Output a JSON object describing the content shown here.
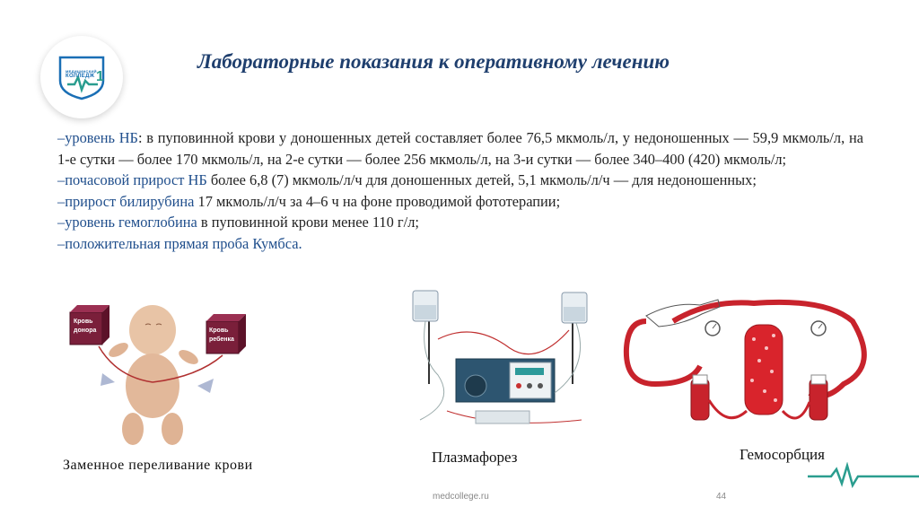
{
  "logo": {
    "line1": "МЕДИЦИНСКИЙ",
    "line2": "КОЛЛЕДЖ",
    "number": "1"
  },
  "title": "Лабораторные показания к оперативному лечению",
  "items": [
    {
      "highlight": "–уровень НБ",
      "rest": ": в пуповинной крови у доношенных детей составляет более 76,5 мкмоль/л, у недоношенных — 59,9 мкмоль/л, на 1-е сутки — более 170 мкмоль/л, на 2-е сутки — более 256 мкмоль/л, на 3-и сутки — более 340–400 (420) мкмоль/л;"
    },
    {
      "highlight": "–почасовой прирост НБ",
      "rest": " более 6,8 (7) мкмоль/л/ч для доношенных детей, 5,1 мкмоль/л/ч — для недоношенных;"
    },
    {
      "highlight": "–прирост билирубина",
      "rest": " 17 мкмоль/л/ч за 4–6 ч на фоне проводимой фототерапии;"
    },
    {
      "highlight": "–уровень гемоглобина",
      "rest": " в пуповинной крови менее 110 г/л;"
    },
    {
      "highlight": "–положительная прямая проба Кумбса.",
      "rest": ""
    }
  ],
  "illustrations": {
    "exchange": {
      "caption": "Заменное переливание крови",
      "donor_label": "Кровь донора",
      "child_label": "Кровь ребенка"
    },
    "plasma": {
      "caption": "Плазмафорез"
    },
    "hemo": {
      "caption": "Гемосорбция"
    }
  },
  "footer": {
    "site": "medcollege.ru",
    "page": "44"
  },
  "colors": {
    "title": "#1f3f6e",
    "highlight": "#1f4e8c",
    "blood": "#c8232c",
    "accent": "#2a9d8f"
  }
}
